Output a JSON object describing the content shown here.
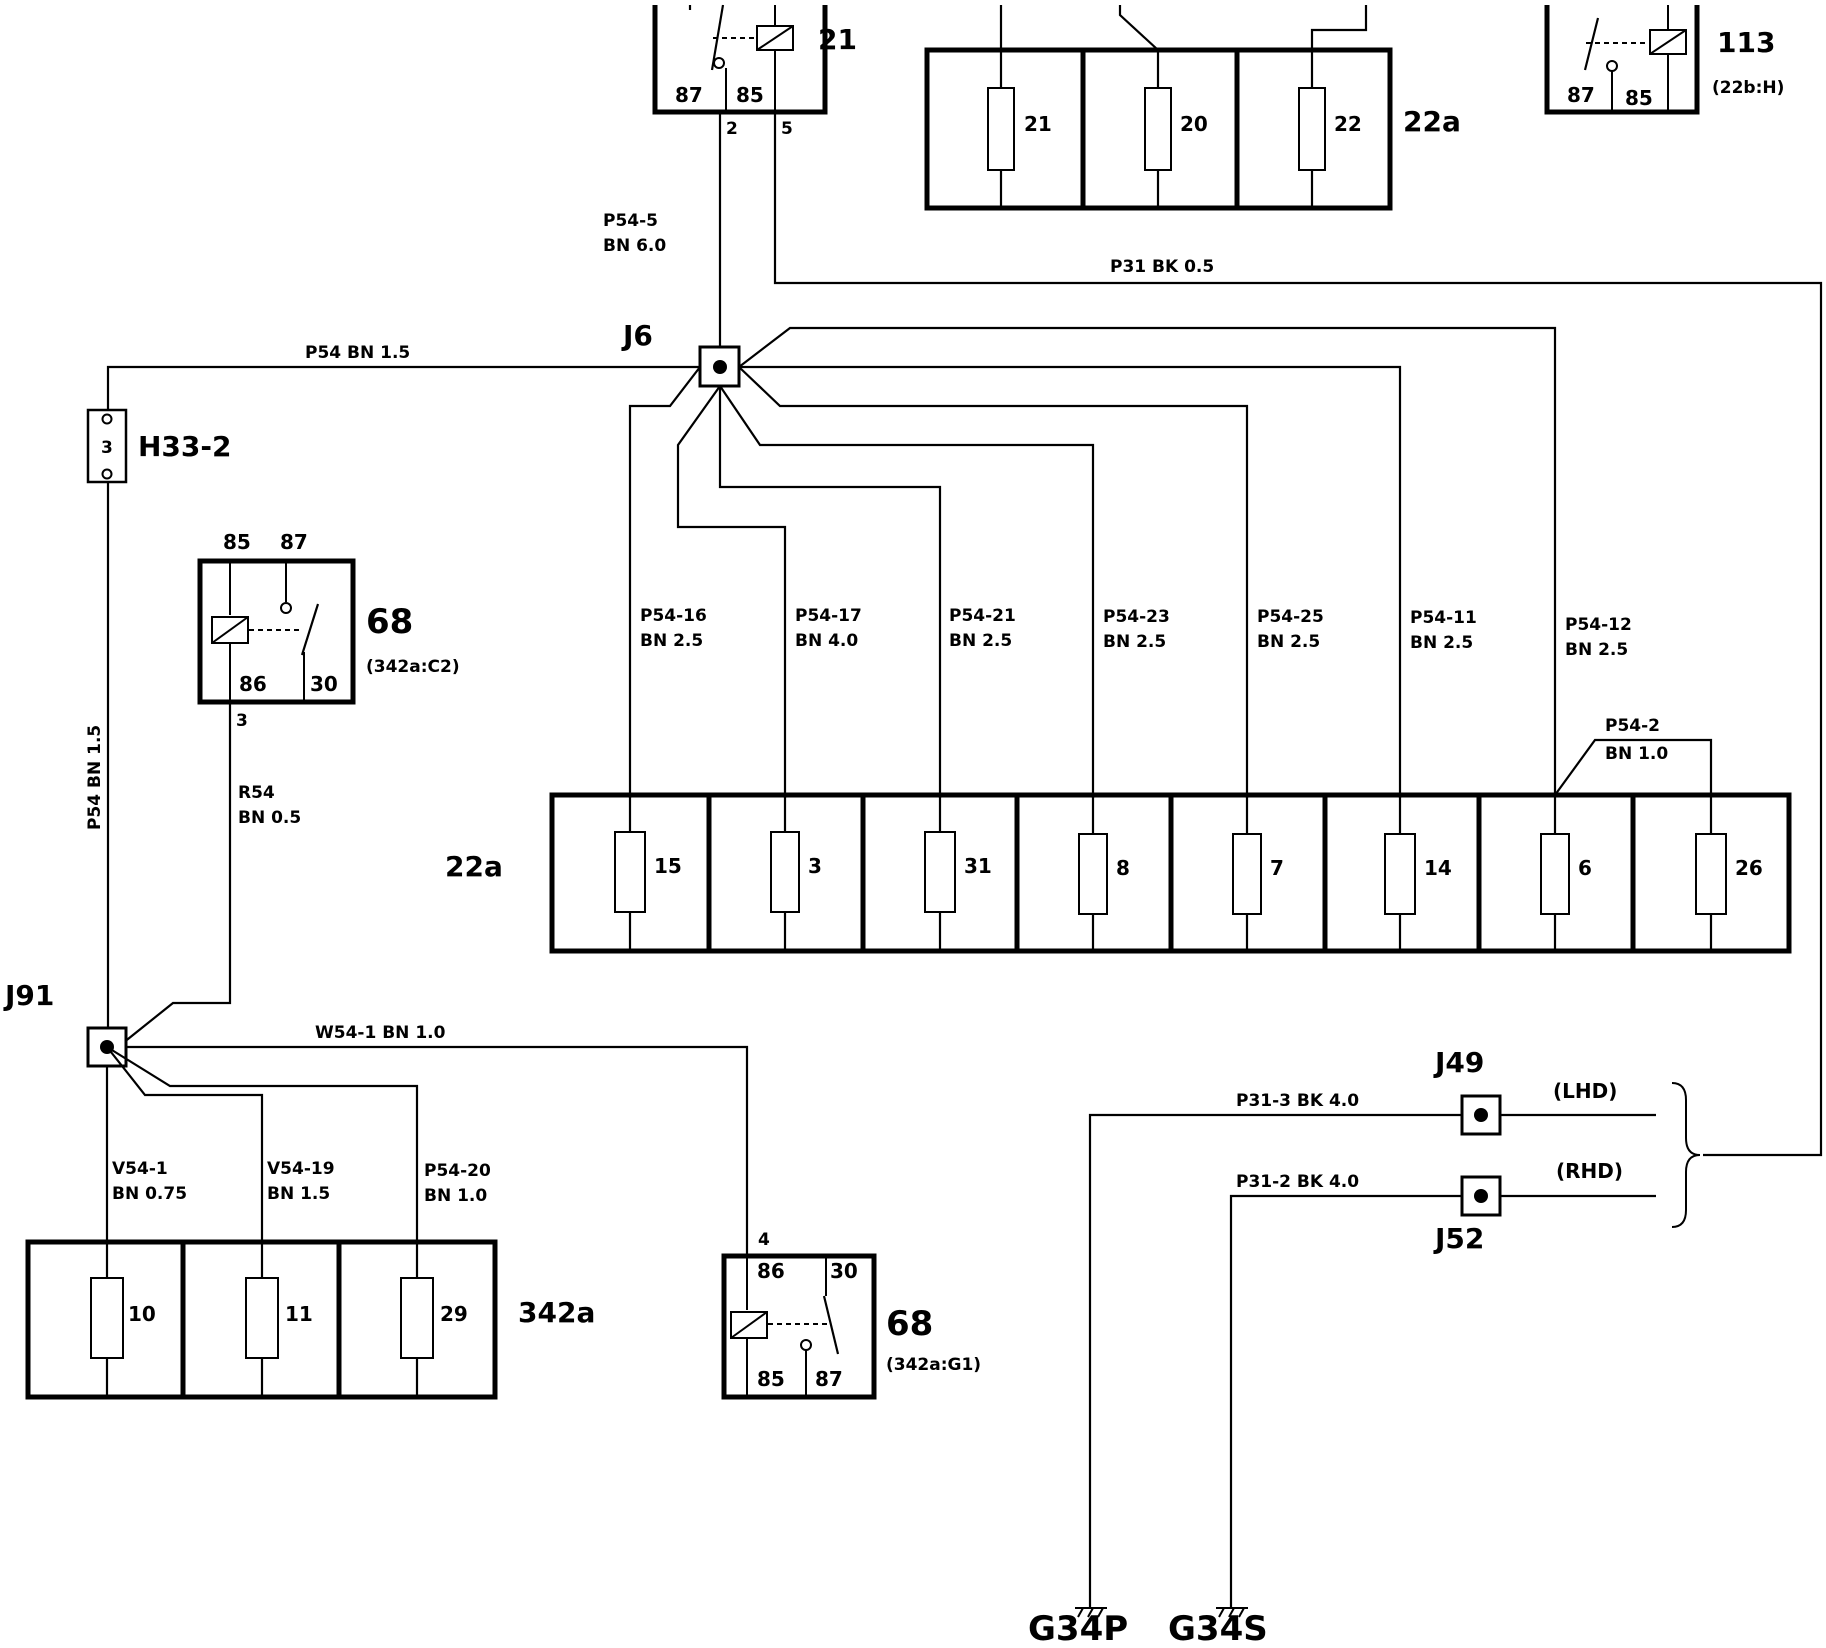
{
  "relays": {
    "r21": {
      "id": "21",
      "pin_a": "87",
      "pin_b": "85",
      "out_a": "2",
      "out_b": "5"
    },
    "r113": {
      "id": "113",
      "ref": "(22b:H)",
      "pin_a": "87",
      "pin_b": "85"
    },
    "r68a": {
      "id": "68",
      "ref": "(342a:C2)",
      "top_a": "85",
      "top_b": "87",
      "bot_a": "86",
      "bot_b": "30",
      "out": "3"
    },
    "r68b": {
      "id": "68",
      "ref": "(342a:G1)",
      "top_a": "86",
      "top_b": "30",
      "bot_a": "85",
      "bot_b": "87",
      "in": "4"
    }
  },
  "fuse_boxes": {
    "top": {
      "label": "22a",
      "fuses": [
        "21",
        "20",
        "22"
      ]
    },
    "middle": {
      "label": "22a",
      "fuses": [
        "15",
        "3",
        "31",
        "8",
        "7",
        "14",
        "6",
        "26"
      ]
    },
    "bottom": {
      "label": "342a",
      "fuses": [
        "10",
        "11",
        "29"
      ]
    }
  },
  "junctions": {
    "j6": "J6",
    "j91": "J91",
    "j49": "J49",
    "j52": "J52"
  },
  "connector": {
    "label": "H33-2",
    "pin": "3"
  },
  "wires": {
    "p54_5": {
      "id": "P54-5",
      "spec": "BN 6.0"
    },
    "p31": "P31  BK 0.5",
    "p54_top": "P54  BN 1.5",
    "p54_vert": "P54  BN 1.5",
    "r54": {
      "id": "R54",
      "spec": "BN 0.5"
    },
    "branches": [
      {
        "id": "P54-16",
        "spec": "BN 2.5"
      },
      {
        "id": "P54-17",
        "spec": "BN 4.0"
      },
      {
        "id": "P54-21",
        "spec": "BN 2.5"
      },
      {
        "id": "P54-23",
        "spec": "BN 2.5"
      },
      {
        "id": "P54-25",
        "spec": "BN 2.5"
      },
      {
        "id": "P54-11",
        "spec": "BN 2.5"
      },
      {
        "id": "P54-12",
        "spec": "BN 2.5"
      }
    ],
    "p54_2": {
      "id": "P54-2",
      "spec": "BN 1.0"
    },
    "w54_1": "W54-1  BN 1.0",
    "v54_1": {
      "id": "V54-1",
      "spec": "BN 0.75"
    },
    "v54_19": {
      "id": "V54-19",
      "spec": "BN 1.5"
    },
    "p54_20": {
      "id": "P54-20",
      "spec": "BN 1.0"
    },
    "p31_3": "P31-3   BK  4.0",
    "p31_2": "P31-2   BK  4.0"
  },
  "variants": {
    "lhd": "(LHD)",
    "rhd": "(RHD)"
  },
  "grounds": {
    "g34p": "G34P",
    "g34s": "G34S"
  }
}
